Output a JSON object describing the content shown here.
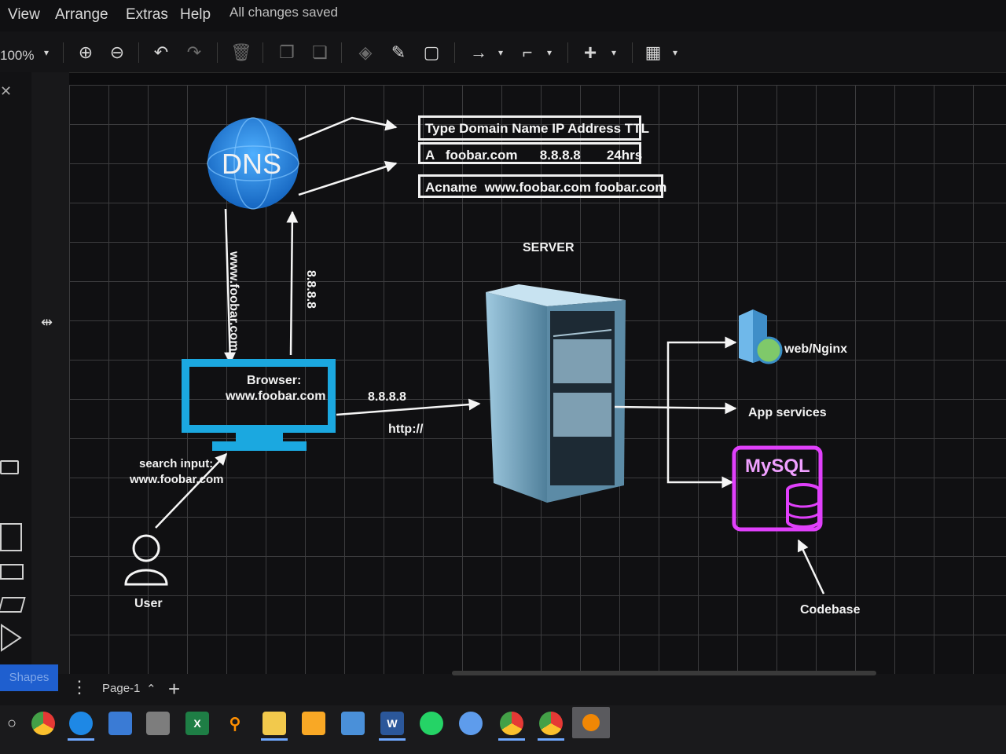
{
  "menu": {
    "items": [
      "View",
      "Arrange",
      "Extras",
      "Help"
    ],
    "status": "All changes saved"
  },
  "toolbar": {
    "zoom": "100%",
    "icons": [
      "zoom-in-icon",
      "zoom-out-icon",
      "undo-icon",
      "redo-icon",
      "delete-icon",
      "to-front-icon",
      "to-back-icon",
      "fill-color-icon",
      "line-color-icon",
      "shadow-icon",
      "connection-icon",
      "waypoints-icon",
      "insert-icon",
      "table-icon"
    ]
  },
  "diagram": {
    "dns_label": "DNS",
    "dns_records": {
      "header": "Type Domain Name IP Address TTL",
      "a_record": "A   foobar.com      8.8.8.8       24hrs",
      "cname_record": "Acname  www.foobar.com foobar.com"
    },
    "query_label": "www.foobar.com",
    "response_label": "8.8.8.8",
    "browser_line1": "Browser:",
    "browser_line2": "www.foobar.com",
    "ip_label": "8.8.8.8",
    "protocol_label": "http://",
    "server_label": "SERVER",
    "web_label": "web/Nginx",
    "app_label": "App services",
    "mysql_label": "MySQL",
    "codebase_label": "Codebase",
    "search_line1": "search input:",
    "search_line2": "www.foobar.com",
    "user_label": "User"
  },
  "bottom": {
    "shapes_label": "Shapes",
    "page_tab": "Page-1"
  },
  "colors": {
    "dns_blue": "#1e88e5",
    "monitor_cyan": "#1ba8e0",
    "mysql_magenta": "#e040fb",
    "shapes_button": "#1f5fcf"
  }
}
